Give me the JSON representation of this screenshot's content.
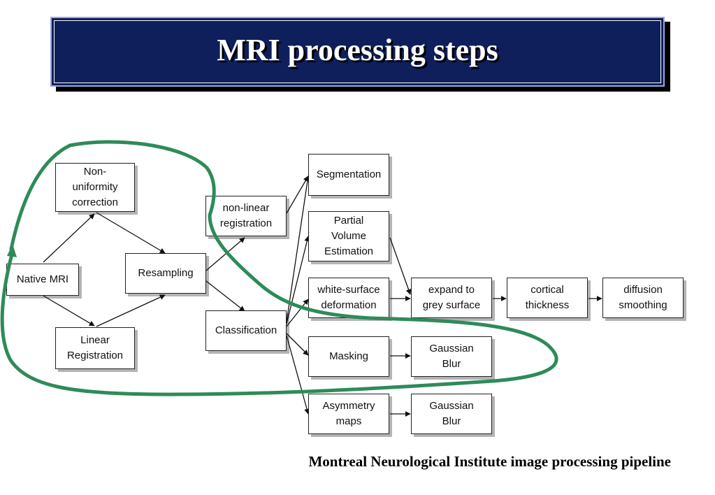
{
  "title": "MRI processing steps",
  "nodes": {
    "native_mri": "Native MRI",
    "non_uniformity": "Non-\nuniformity\ncorrection",
    "linear_registration": "Linear\nRegistration",
    "resampling": "Resampling",
    "non_linear_registration": "non-linear\nregistration",
    "classification": "Classification",
    "segmentation": "Segmentation",
    "partial_volume": "Partial\nVolume\nEstimation",
    "white_surface": "white-surface\ndeformation",
    "masking": "Masking",
    "asymmetry_maps": "Asymmetry\nmaps",
    "expand_grey": "expand to\ngrey surface",
    "cortical_thickness": "cortical\nthickness",
    "diffusion_smoothing": "diffusion\nsmoothing",
    "gaussian_blur_1": "Gaussian\nBlur",
    "gaussian_blur_2": "Gaussian\nBlur"
  },
  "caption": "Montreal Neurological Institute image processing pipeline",
  "colors": {
    "title_background": "#0f1f5c",
    "title_text": "#ffffff",
    "annotation_loop": "#2e8b57",
    "box_border": "#222222"
  }
}
